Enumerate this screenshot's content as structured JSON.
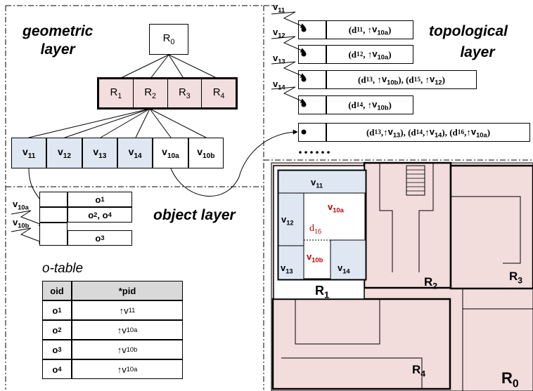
{
  "layers": {
    "geometric": "geometric\nlayer",
    "topological": "topological\nlayer",
    "object": "object layer"
  },
  "tree": {
    "root": "R0",
    "level1": [
      "R1",
      "R2",
      "R3",
      "R4"
    ],
    "leaves": [
      "V11",
      "V12",
      "V13",
      "V14",
      "V10a",
      "V10b"
    ]
  },
  "topology": {
    "pointers": [
      "V11",
      "V12",
      "V13",
      "V14"
    ],
    "rows": [
      [
        "(d",
        "11",
        ", ↑",
        "V10a",
        ")"
      ],
      [
        "(d",
        "12",
        ", ↑",
        "V10a",
        ")"
      ],
      [
        "(d",
        "13",
        ", ↑",
        "V10b",
        "), (d",
        "15",
        ", ↑",
        "V12",
        ")"
      ],
      [
        "(d",
        "14",
        ", ↑",
        "V10b",
        ")"
      ],
      [
        "(d",
        "13",
        ",↑",
        "V13",
        "), (d",
        "14",
        ",↑",
        "V14",
        "), (d",
        "16",
        ",↑",
        "V10a",
        ")"
      ]
    ],
    "ellipsis": "......"
  },
  "object_layer": {
    "pointers": [
      "V10a",
      "V10b"
    ],
    "rows": [
      "O1",
      "O2 , O4",
      "O3"
    ]
  },
  "o_table": {
    "title": "o-table",
    "headers": [
      "oid",
      "*pid"
    ],
    "rows": [
      [
        "O1",
        "↑V11"
      ],
      [
        "O2",
        "↑V10a"
      ],
      [
        "O3",
        "↑V10b"
      ],
      [
        "O4",
        "↑V10a"
      ]
    ]
  },
  "floor_plan": {
    "rooms": [
      "V11",
      "V12",
      "V10a",
      "d16",
      "V10b",
      "V13",
      "V14"
    ],
    "regions": [
      "R1",
      "R2",
      "R3",
      "R4",
      "R0"
    ]
  },
  "colors": {
    "leaf_fill": "#dfe7f3",
    "region_fill": "#f3dcdc",
    "room_label_red": "#c00000",
    "table_header": "#d9d9d9"
  }
}
